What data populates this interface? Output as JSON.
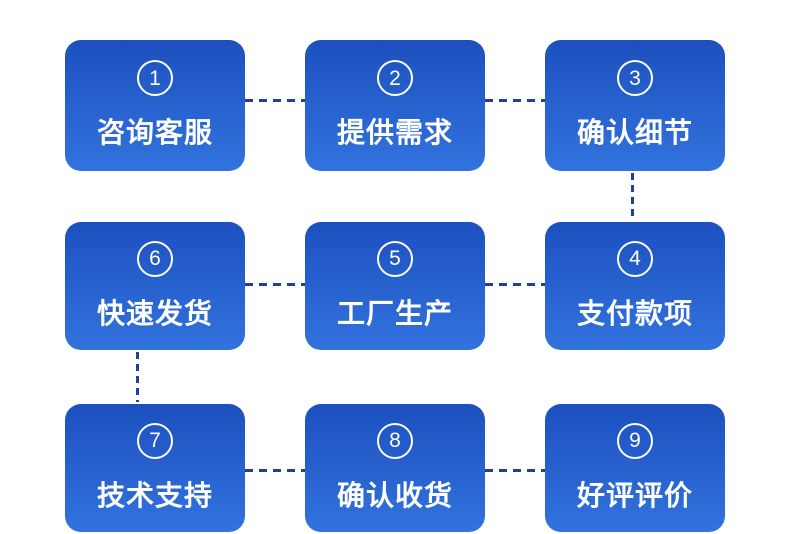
{
  "flow": {
    "title": "order-process-flow",
    "steps": [
      {
        "number": "1",
        "label": "咨询客服",
        "grid": "row1-col1"
      },
      {
        "number": "2",
        "label": "提供需求",
        "grid": "row1-col2"
      },
      {
        "number": "3",
        "label": "确认细节",
        "grid": "row1-col3"
      },
      {
        "number": "6",
        "label": "快速发货",
        "grid": "row2-col1"
      },
      {
        "number": "5",
        "label": "工厂生产",
        "grid": "row2-col2"
      },
      {
        "number": "4",
        "label": "支付款项",
        "grid": "row2-col3"
      },
      {
        "number": "7",
        "label": "技术支持",
        "grid": "row3-col1"
      },
      {
        "number": "8",
        "label": "确认收货",
        "grid": "row3-col2"
      },
      {
        "number": "9",
        "label": "好评评价",
        "grid": "row3-col3"
      }
    ],
    "connections": [
      "step1-step2",
      "step2-step3",
      "step3-step4",
      "step4-step5",
      "step5-step6",
      "step6-step7",
      "step7-step8",
      "step8-step9"
    ]
  },
  "colors": {
    "card_gradient_top": "#1C50BF",
    "card_gradient_bottom": "#3273DE",
    "connector_dash": "#1F4199",
    "card_text": "#FFFFFF",
    "background": "#FFFFFF"
  }
}
